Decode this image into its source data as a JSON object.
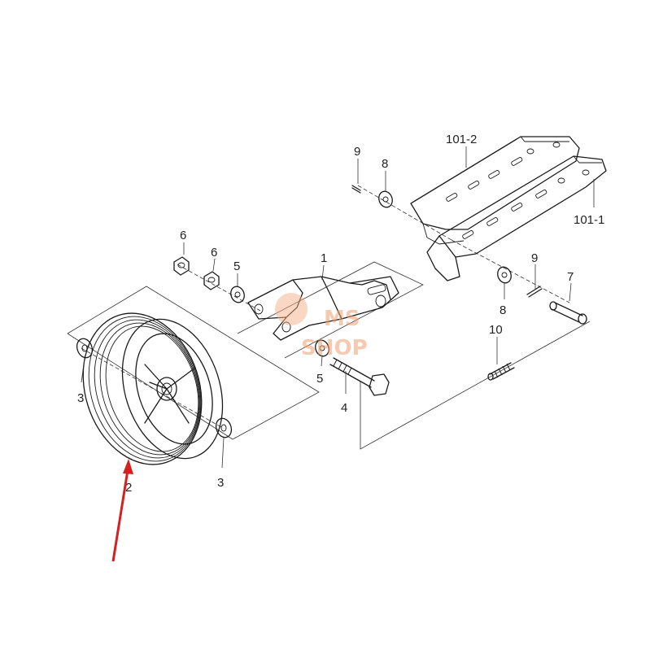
{
  "callouts": {
    "c1": "1",
    "c2": "2",
    "c3a": "3",
    "c3b": "3",
    "c4": "4",
    "c5a": "5",
    "c5b": "5",
    "c6a": "6",
    "c6b": "6",
    "c7": "7",
    "c8a": "8",
    "c8b": "8",
    "c9a": "9",
    "c9b": "9",
    "c10": "10",
    "c101_1": "101-1",
    "c101_2": "101-2"
  },
  "watermark": {
    "line1": "MS",
    "line2": "SHOP"
  },
  "colors": {
    "arrow": "#d42020",
    "watermark": "#f0a070"
  }
}
